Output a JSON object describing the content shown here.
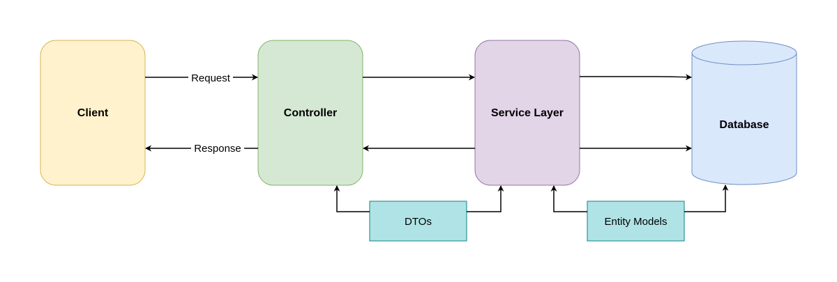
{
  "nodes": {
    "client": {
      "label": "Client",
      "fill": "#fff2cc",
      "stroke": "#d6b656"
    },
    "controller": {
      "label": "Controller",
      "fill": "#d5e8d4",
      "stroke": "#82b366"
    },
    "service": {
      "label": "Service Layer",
      "fill": "#e1d5e7",
      "stroke": "#9673a6"
    },
    "database": {
      "label": "Database",
      "fill": "#dae8fc",
      "stroke": "#6c8ebf"
    },
    "dtos": {
      "label": "DTOs",
      "fill": "#b0e3e6",
      "stroke": "#0e8088"
    },
    "entity_models": {
      "label": "Entity Models",
      "fill": "#b0e3e6",
      "stroke": "#0e8088"
    }
  },
  "edges": {
    "request": "Request",
    "response": "Response"
  }
}
